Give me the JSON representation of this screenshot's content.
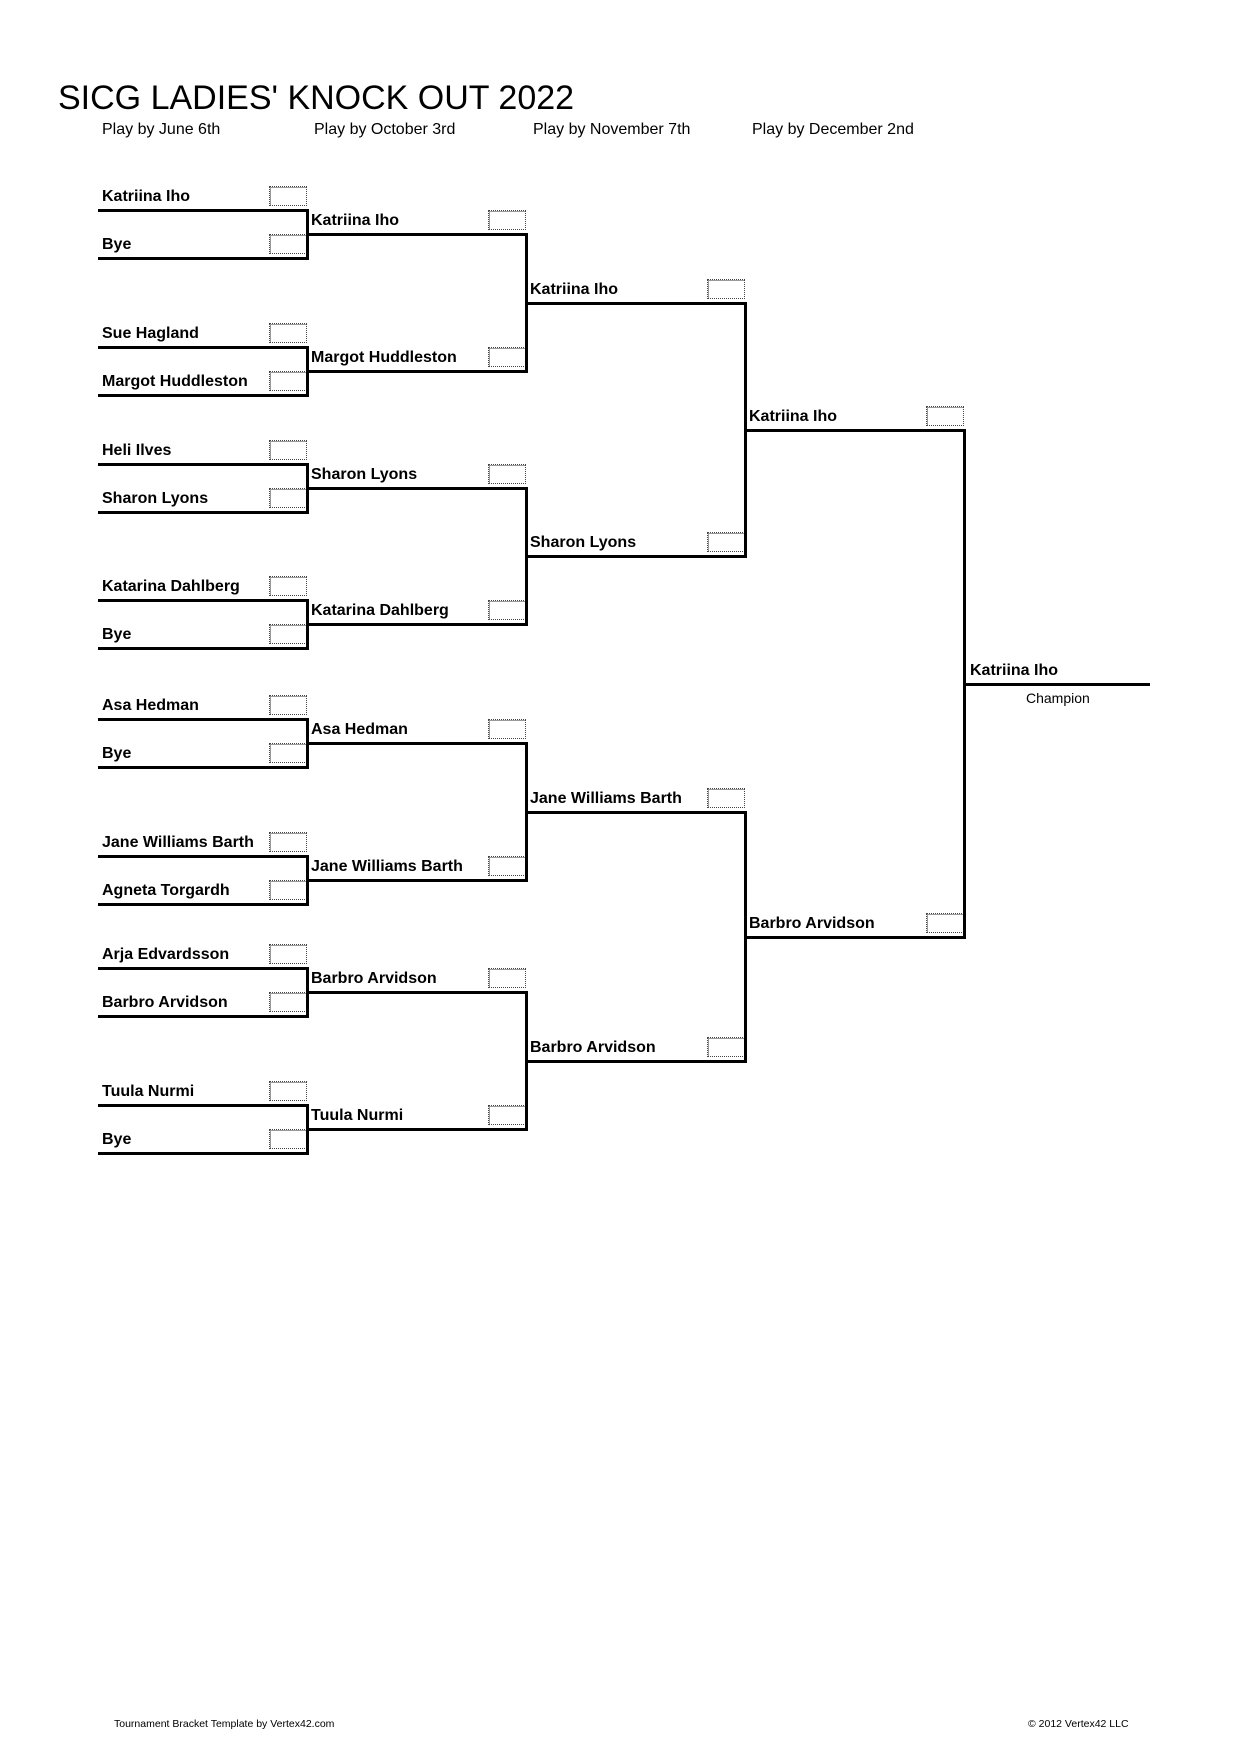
{
  "title": "SICG LADIES' KNOCK OUT 2022",
  "rounds": [
    {
      "label": "Play by June 6th"
    },
    {
      "label": "Play by October 3rd"
    },
    {
      "label": "Play by November 7th"
    },
    {
      "label": "Play by December 2nd"
    }
  ],
  "bracket": {
    "round1": [
      "Katriina Iho",
      "Bye",
      "Sue Hagland",
      "Margot Huddleston",
      "Heli Ilves",
      "Sharon Lyons",
      "Katarina Dahlberg",
      "Bye",
      "Asa Hedman",
      "Bye",
      "Jane Williams Barth",
      "Agneta Torgardh",
      "Arja Edvardsson",
      "Barbro Arvidson",
      "Tuula Nurmi",
      "Bye"
    ],
    "round2": [
      "Katriina Iho",
      "Margot Huddleston",
      "Sharon Lyons",
      "Katarina Dahlberg",
      "Asa Hedman",
      "Jane Williams Barth",
      "Barbro Arvidson",
      "Tuula Nurmi"
    ],
    "round3": [
      "Katriina Iho",
      "Sharon Lyons",
      "Jane Williams Barth",
      "Barbro Arvidson"
    ],
    "round4": [
      "Katriina Iho",
      "Barbro Arvidson"
    ],
    "champion": {
      "name": "Katriina Iho",
      "label": "Champion"
    }
  },
  "footer": {
    "left": "Tournament Bracket Template by Vertex42.com",
    "right": "© 2012 Vertex42 LLC"
  }
}
